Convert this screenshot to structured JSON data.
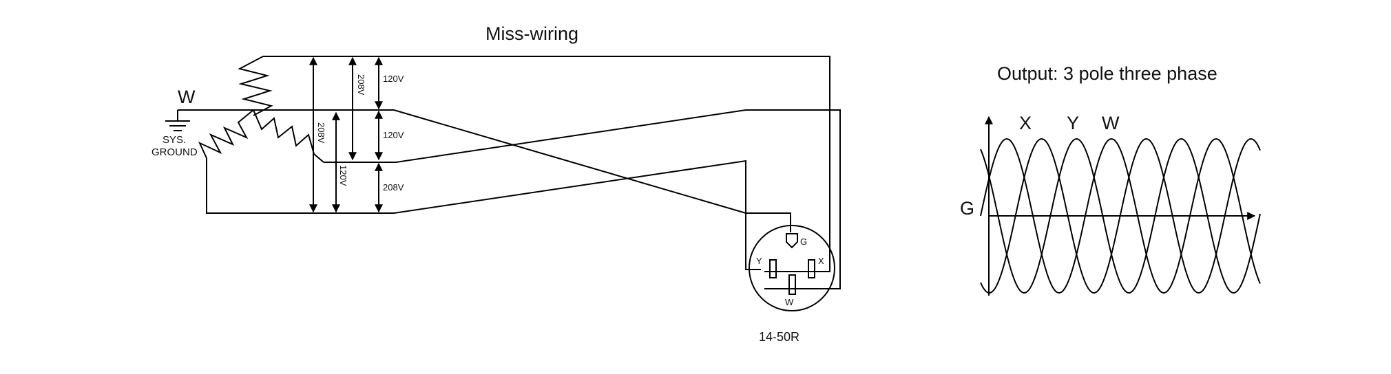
{
  "left_diagram": {
    "title": "Miss-wiring",
    "node_w": "W",
    "ground_label_1": "SYS.",
    "ground_label_2": "GROUND",
    "v_top_inner": "120V",
    "v_top_mid": "208V",
    "v_mid_inner": "120V",
    "v_bottom_inner": "208V",
    "v_left_long": "208V",
    "v_lower_mid": "120V",
    "receptacle_name": "14-50R",
    "pin_g": "G",
    "pin_x": "X",
    "pin_y": "Y",
    "pin_w": "W"
  },
  "right_diagram": {
    "title": "Output: 3 pole three phase",
    "phase_x": "X",
    "phase_y": "Y",
    "phase_w": "W",
    "ground": "G"
  }
}
